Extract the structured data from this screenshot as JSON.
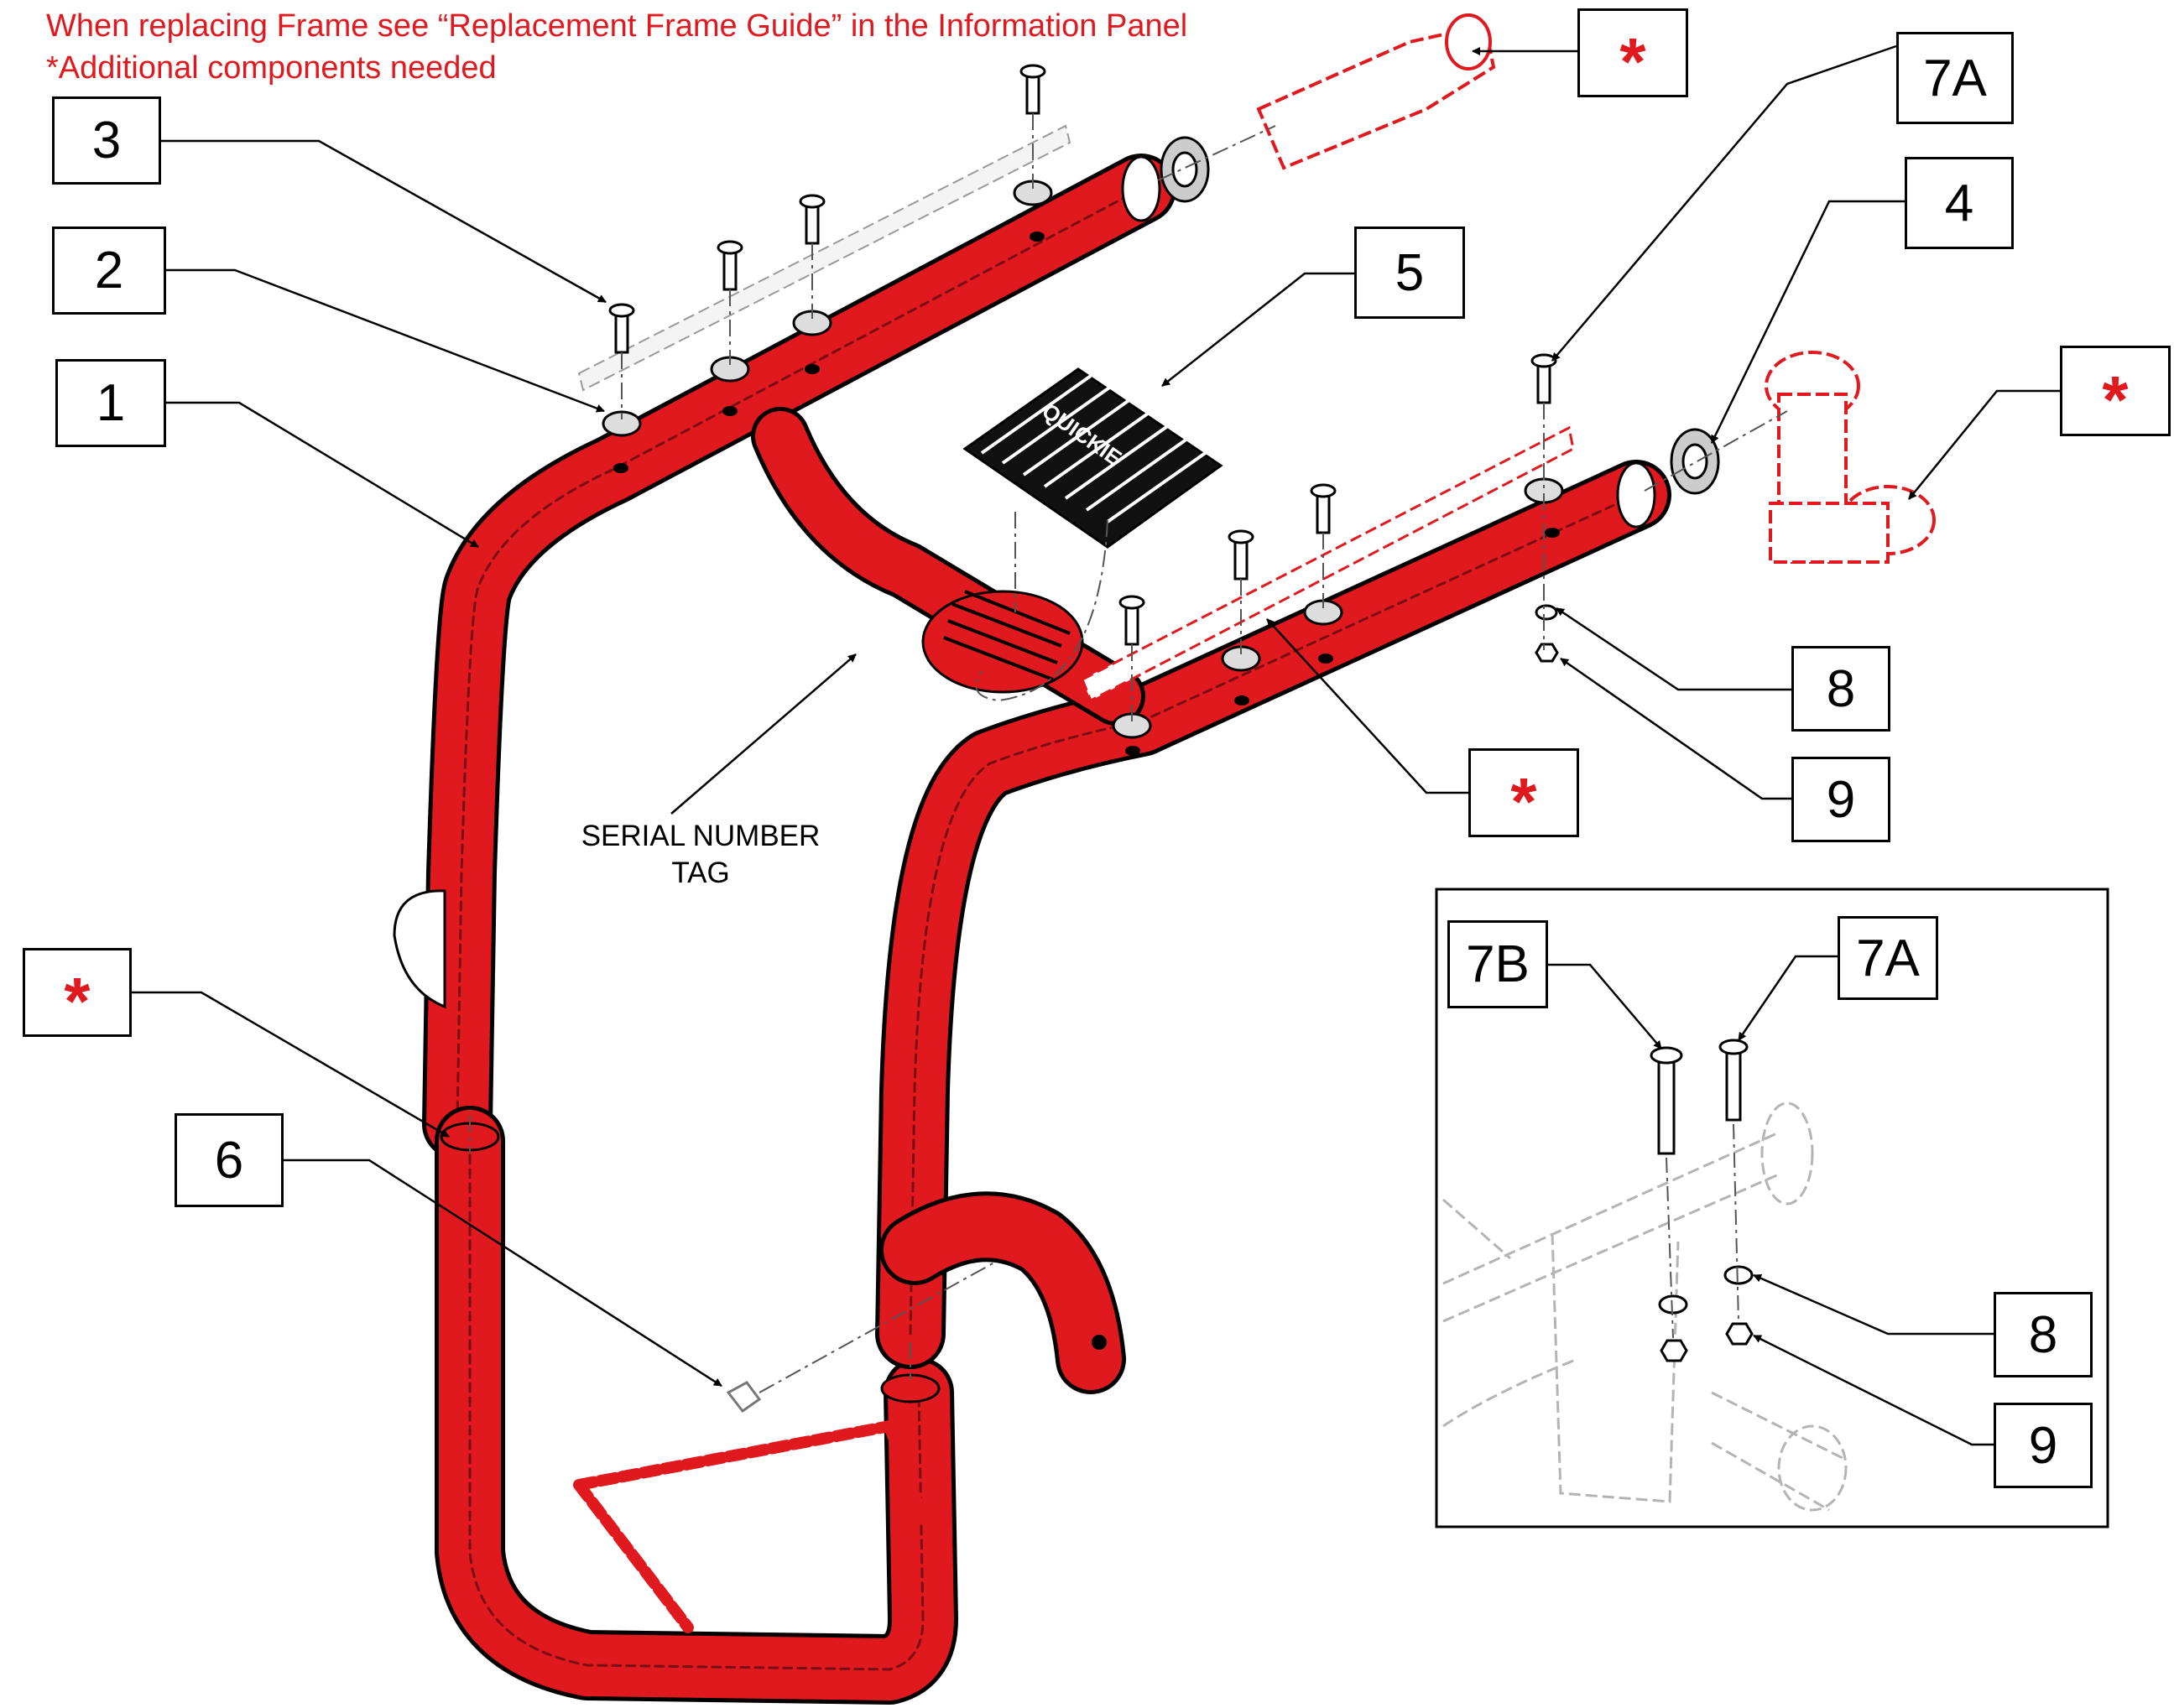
{
  "notes": {
    "line1": "When replacing Frame see “Replacement Frame Guide” in the Information Panel",
    "line2": "*Additional components needed"
  },
  "callouts": {
    "c1": "1",
    "c2": "2",
    "c3": "3",
    "c4": "4",
    "c5": "5",
    "c6": "6",
    "c7a": "7A",
    "c8": "8",
    "c9": "9",
    "star": "*"
  },
  "serial_tag": {
    "line1": "SERIAL NUMBER",
    "line2": "TAG"
  },
  "mat_logo": "QUICKIE",
  "inset": {
    "c7b": "7B",
    "c7a": "7A",
    "c8": "8",
    "c9": "9"
  },
  "colors": {
    "frame_red": "#e0191e",
    "outline": "#000000",
    "ghost": "#b4b4b4"
  }
}
